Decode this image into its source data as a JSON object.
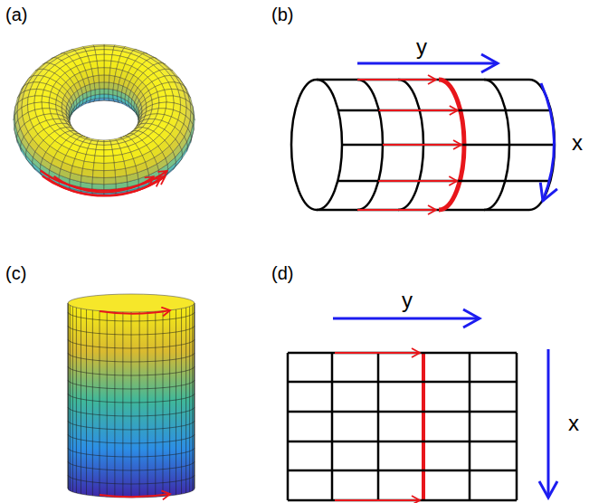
{
  "diagram": {
    "labels": [
      "(a)",
      "(b)",
      "y",
      "x",
      "(c)",
      "(d)",
      "y",
      "x"
    ]
  }
}
